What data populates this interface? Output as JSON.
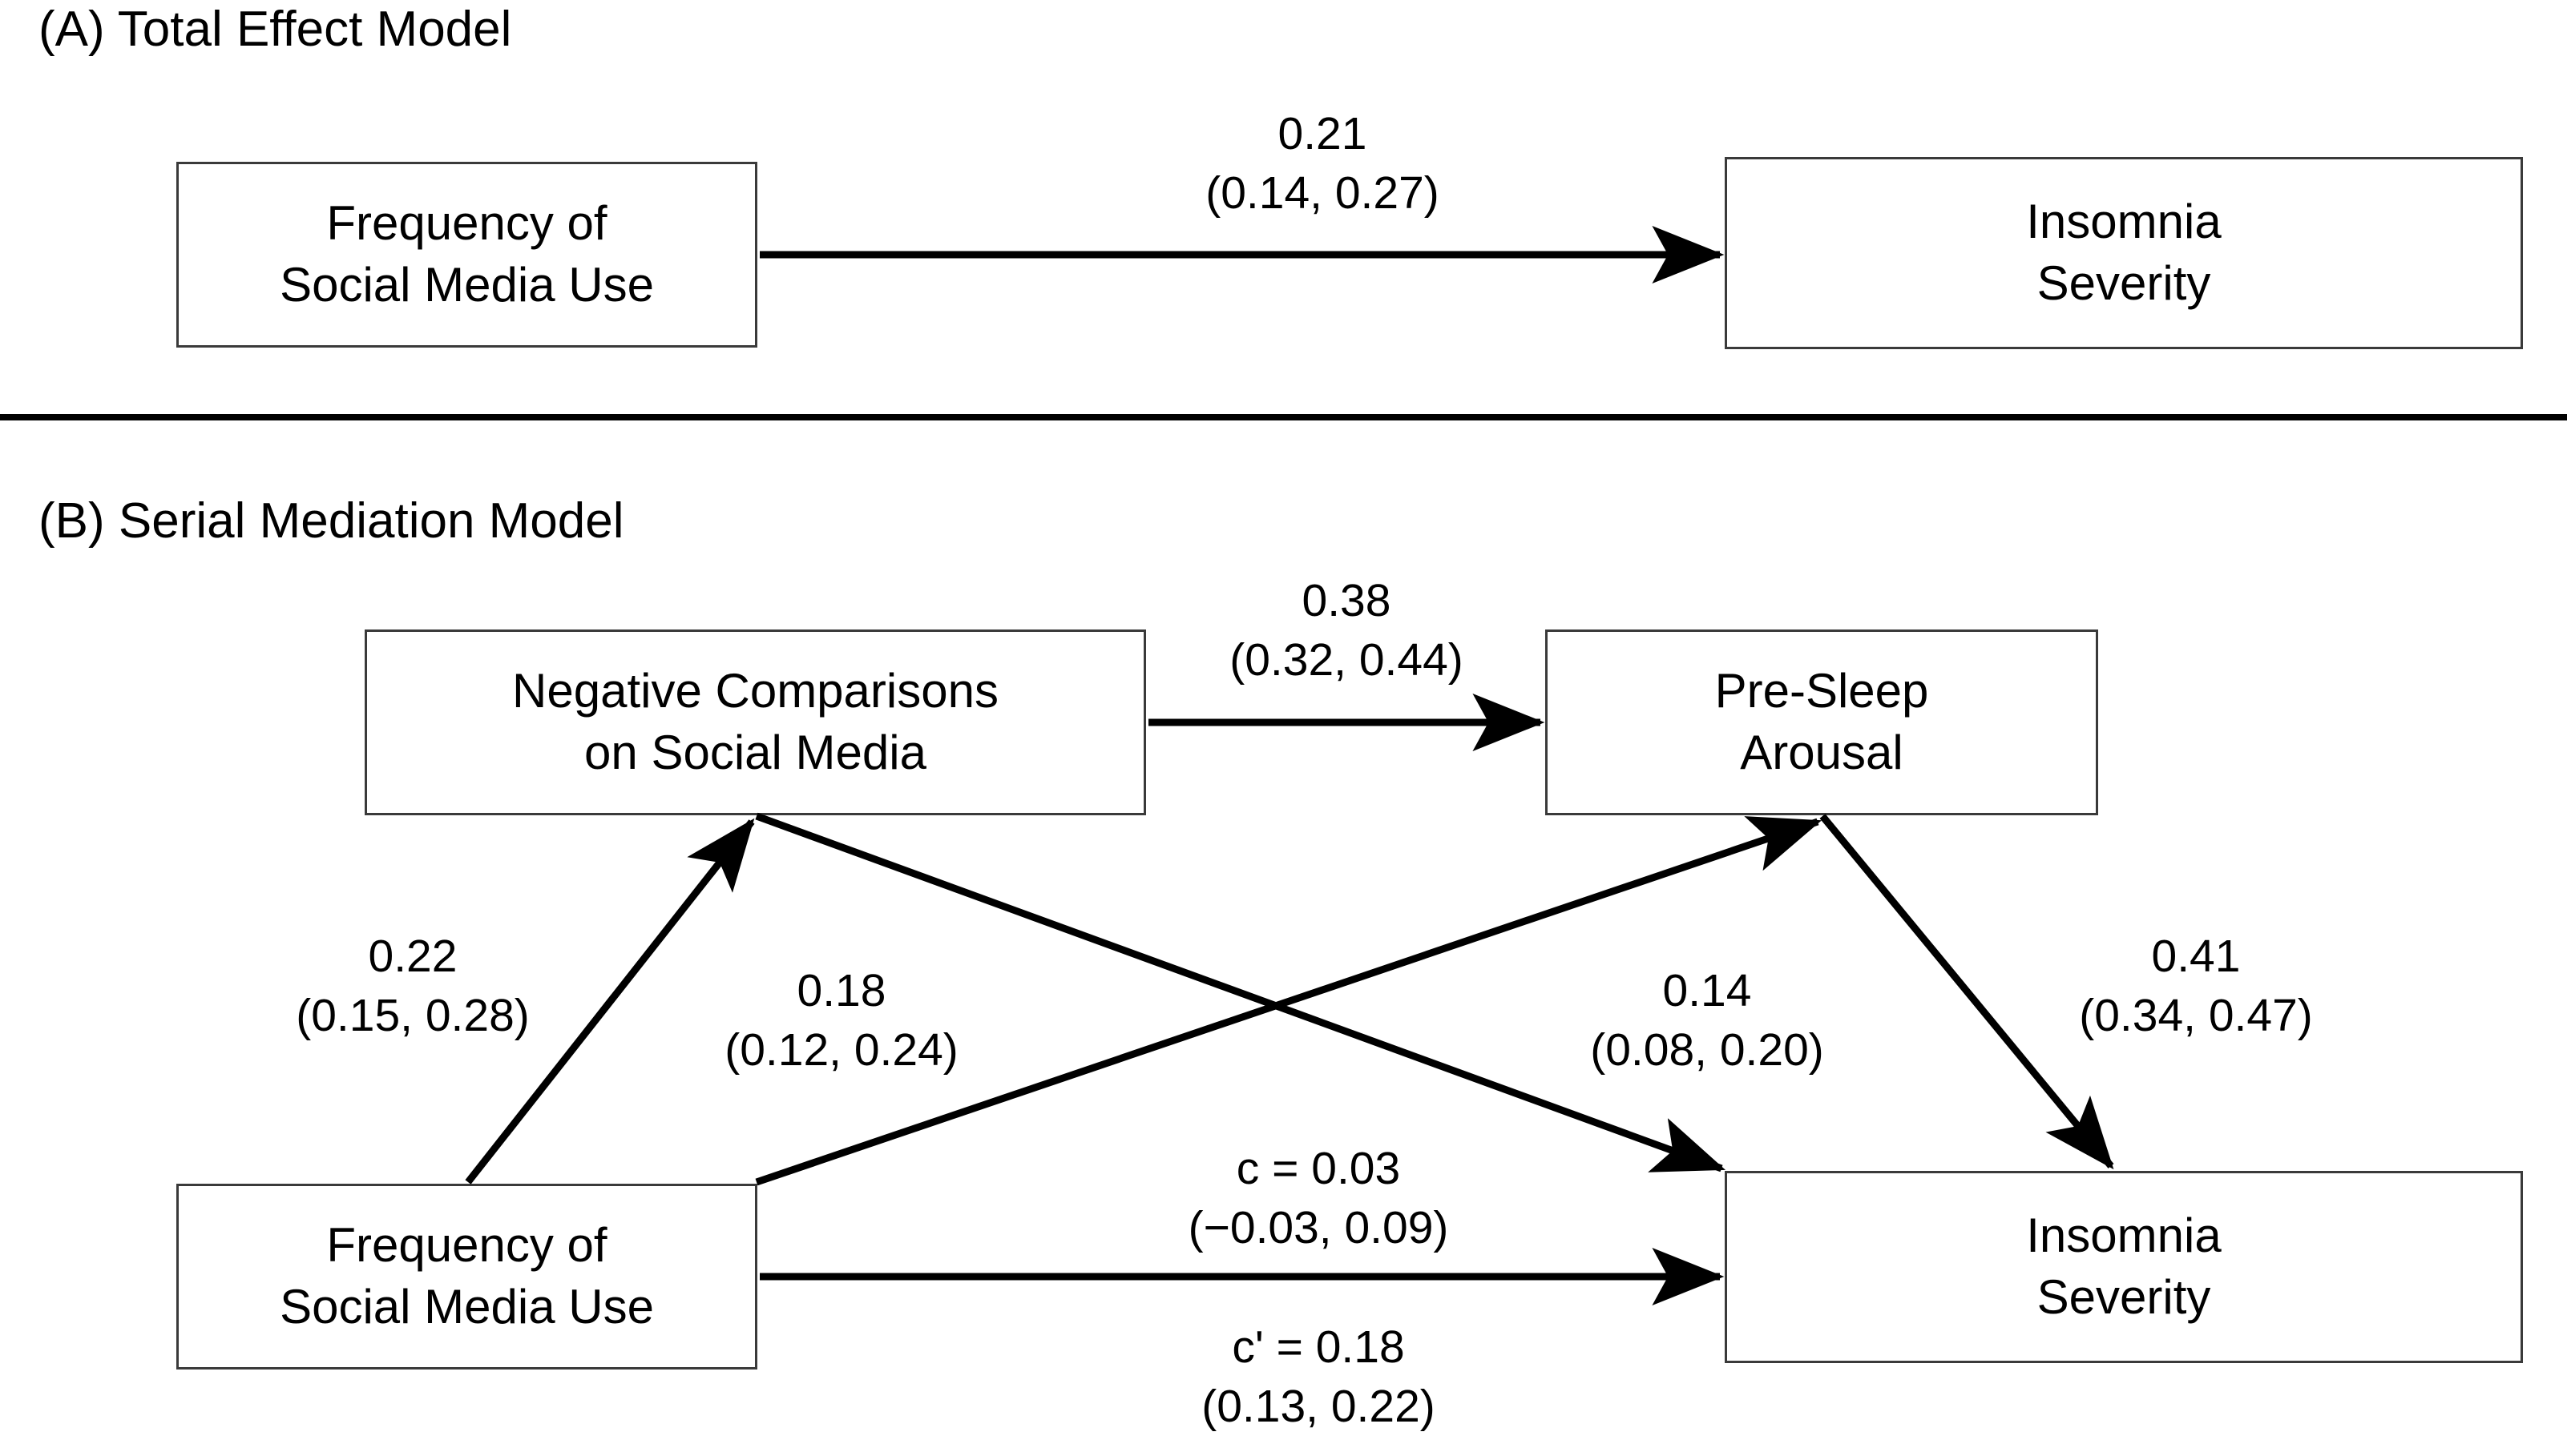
{
  "figure": {
    "background_color": "#ffffff",
    "line_color": "#000000",
    "box_border_color": "#3a3a3a"
  },
  "panel_a": {
    "title": "(A) Total Effect Model",
    "nodes": {
      "predictor": {
        "line1": "Frequency of",
        "line2": "Social Media Use"
      },
      "outcome": {
        "line1": "Insomnia",
        "line2": "Severity"
      }
    },
    "edges": [
      {
        "id": "total-effect",
        "from": "Frequency of Social Media Use",
        "to": "Insomnia Severity",
        "coefficient": "0.21",
        "ci": "(0.14, 0.27)"
      }
    ]
  },
  "panel_b": {
    "title": "(B) Serial Mediation Model",
    "nodes": {
      "mediator1": {
        "line1": "Negative Comparisons",
        "line2": "on Social Media"
      },
      "mediator2": {
        "line1": "Pre-Sleep",
        "line2": "Arousal"
      },
      "predictor": {
        "line1": "Frequency of",
        "line2": "Social Media Use"
      },
      "outcome": {
        "line1": "Insomnia",
        "line2": "Severity"
      }
    },
    "edges": [
      {
        "id": "m1-to-m2",
        "from": "Negative Comparisons on Social Media",
        "to": "Pre-Sleep Arousal",
        "coefficient": "0.38",
        "ci": "(0.32, 0.44)"
      },
      {
        "id": "x-to-m1",
        "from": "Frequency of Social Media Use",
        "to": "Negative Comparisons on Social Media",
        "coefficient": "0.22",
        "ci": "(0.15, 0.28)"
      },
      {
        "id": "m1-to-y",
        "from": "Negative Comparisons on Social Media",
        "to": "Insomnia Severity",
        "coefficient": "0.18",
        "ci": "(0.12, 0.24)"
      },
      {
        "id": "x-to-m2",
        "from": "Frequency of Social Media Use",
        "to": "Pre-Sleep Arousal",
        "coefficient": "0.14",
        "ci": "(0.08, 0.20)"
      },
      {
        "id": "m2-to-y",
        "from": "Pre-Sleep Arousal",
        "to": "Insomnia Severity",
        "coefficient": "0.41",
        "ci": "(0.34, 0.47)"
      },
      {
        "id": "direct-c",
        "from": "Frequency of Social Media Use",
        "to": "Insomnia Severity",
        "coefficient": "c = 0.03",
        "ci": "(−0.03, 0.09)"
      },
      {
        "id": "direct-c-prime",
        "from": "Frequency of Social Media Use",
        "to": "Insomnia Severity",
        "coefficient": "c' = 0.18",
        "ci": "(0.13, 0.22)"
      }
    ]
  }
}
